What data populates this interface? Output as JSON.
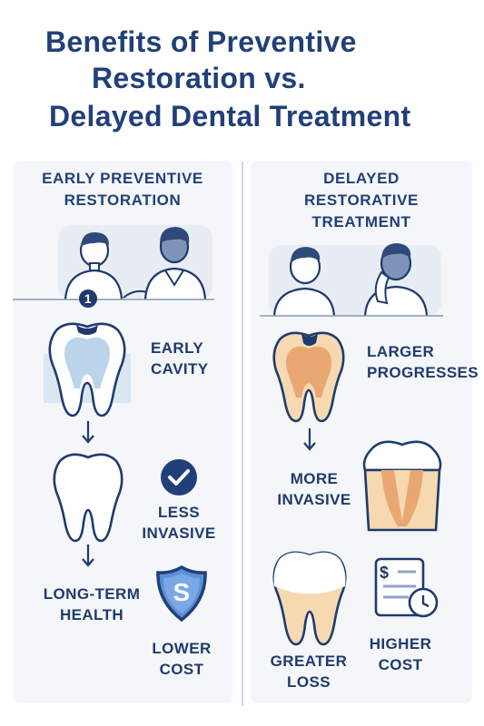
{
  "title": {
    "line1": "Benefits of Preventive",
    "line2": "Restoration vs.",
    "line3": "Delayed Dental Treatment"
  },
  "left": {
    "heading_line1": "EARLY PREVENTIVE",
    "heading_line2": "RESTORATION",
    "step_badge": "1",
    "labels": {
      "early_cavity_1": "EARLY",
      "early_cavity_2": "CAVITY",
      "less_invasive_1": "LESS",
      "less_invasive_2": "INVASIVE",
      "long_term_1": "LONG-TERM",
      "long_term_2": "HEALTH",
      "lower_cost_1": "LOWER",
      "lower_cost_2": "COST"
    },
    "shield_letter": "S"
  },
  "right": {
    "heading_line1": "DELAYED",
    "heading_line2": "RESTORATIVE",
    "heading_line3": "TREATMENT",
    "labels": {
      "larger_1": "LARGER",
      "larger_2": "PROGRESSES",
      "more_invasive_1": "MORE",
      "more_invasive_2": "INVASIVE",
      "greater_loss_1": "GREATER",
      "greater_loss_2": "LOSS",
      "higher_cost_1": "HIGHER",
      "higher_cost_2": "COST"
    },
    "invoice_symbol": "$"
  },
  "colors": {
    "navy": "#21407a",
    "healthy_pulp": "#bcd4ea",
    "decayed_pulp": "#e9a872",
    "decay_yellow": "#f6d9b0",
    "panel": "#f4f6f9"
  }
}
